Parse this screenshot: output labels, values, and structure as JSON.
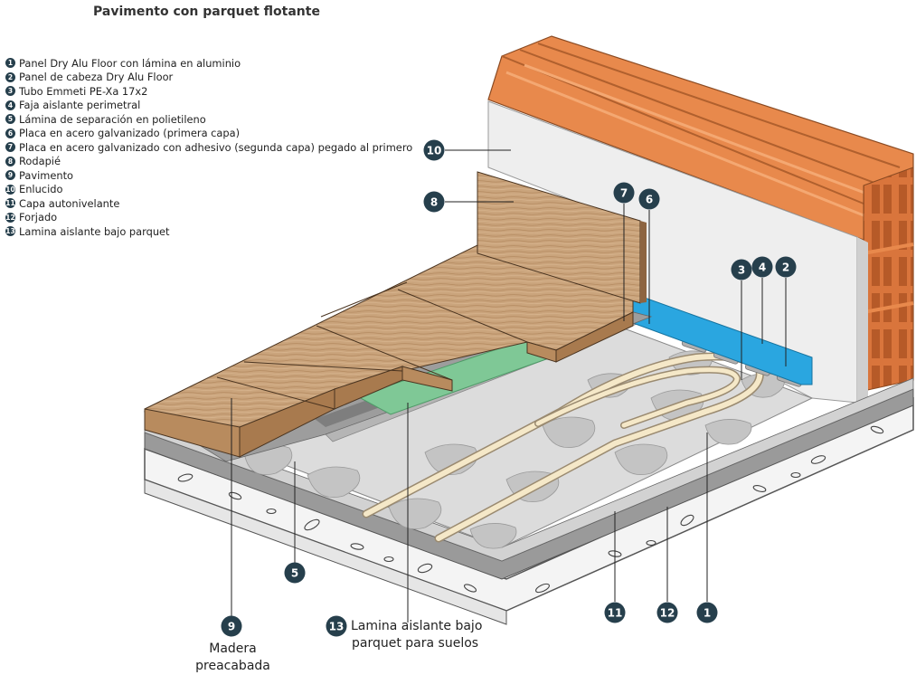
{
  "title": "Pavimento con parquet flotante",
  "legend": [
    {
      "num": "1",
      "text": "Panel Dry Alu Floor con lámina en aluminio"
    },
    {
      "num": "2",
      "text": "Panel de cabeza Dry Alu Floor"
    },
    {
      "num": "3",
      "text": "Tubo Emmeti PE-Xa 17x2"
    },
    {
      "num": "4",
      "text": "Faja aislante perimetral"
    },
    {
      "num": "5",
      "text": "Lámina de separación en polietileno"
    },
    {
      "num": "6",
      "text": "Placa en acero galvanizado (primera capa)"
    },
    {
      "num": "7",
      "text": "Placa en acero galvanizado con adhesivo (segunda capa) pegado al primero"
    },
    {
      "num": "8",
      "text": "Rodapié"
    },
    {
      "num": "9",
      "text": "Pavimento"
    },
    {
      "num": "10",
      "text": "Enlucido"
    },
    {
      "num": "11",
      "text": "Capa autonivelante"
    },
    {
      "num": "12",
      "text": "Forjado"
    },
    {
      "num": "13",
      "text": "Lamina aislante bajo parquet"
    }
  ],
  "captions": {
    "c9": "Madera preacabada",
    "c13_line1": "Lamina aislante bajo",
    "c13_line2": "parquet para suelos"
  },
  "colors": {
    "badge": "#263f4c",
    "brick": "#e8894c",
    "plaster": "#efefef",
    "wood": "#c9a27a",
    "insulation_green": "#7fc896",
    "perimeter_blue": "#2aa6e0",
    "concrete": "#f2f2f2",
    "pipe": "#f5e8c8"
  }
}
